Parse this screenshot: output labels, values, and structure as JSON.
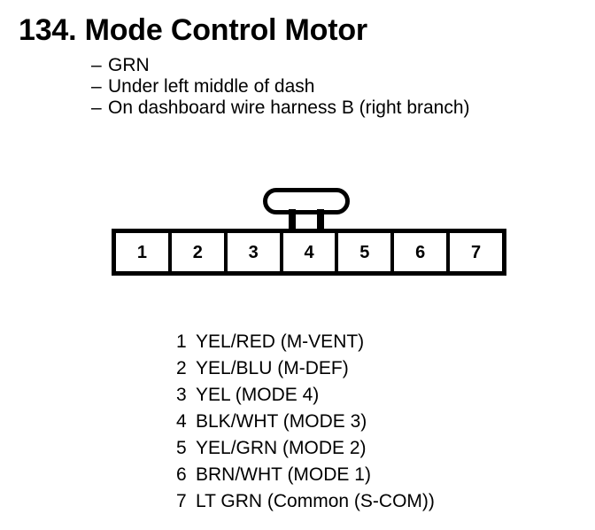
{
  "page": {
    "entry_number": "134.",
    "title": "134. Mode Control Motor",
    "background_color": "#ffffff",
    "ink_color": "#000000"
  },
  "notes": {
    "bullet_glyph": "–",
    "items": [
      "GRN",
      "Under left middle of dash",
      "On dashboard wire harness B (right branch)"
    ]
  },
  "connector": {
    "name": "mode-control-motor-connector",
    "pin_count": 7,
    "latch_position_pin": 4,
    "pin_labels": [
      "1",
      "2",
      "3",
      "4",
      "5",
      "6",
      "7"
    ]
  },
  "pin_legend": {
    "rows": [
      {
        "pin": "1",
        "description": "YEL/RED (M-VENT)"
      },
      {
        "pin": "2",
        "description": "YEL/BLU (M-DEF)"
      },
      {
        "pin": "3",
        "description": "YEL (MODE 4)"
      },
      {
        "pin": "4",
        "description": "BLK/WHT (MODE 3)"
      },
      {
        "pin": "5",
        "description": "YEL/GRN (MODE 2)"
      },
      {
        "pin": "6",
        "description": "BRN/WHT (MODE 1)"
      },
      {
        "pin": "7",
        "description": "LT GRN (Common (S-COM))"
      }
    ]
  }
}
